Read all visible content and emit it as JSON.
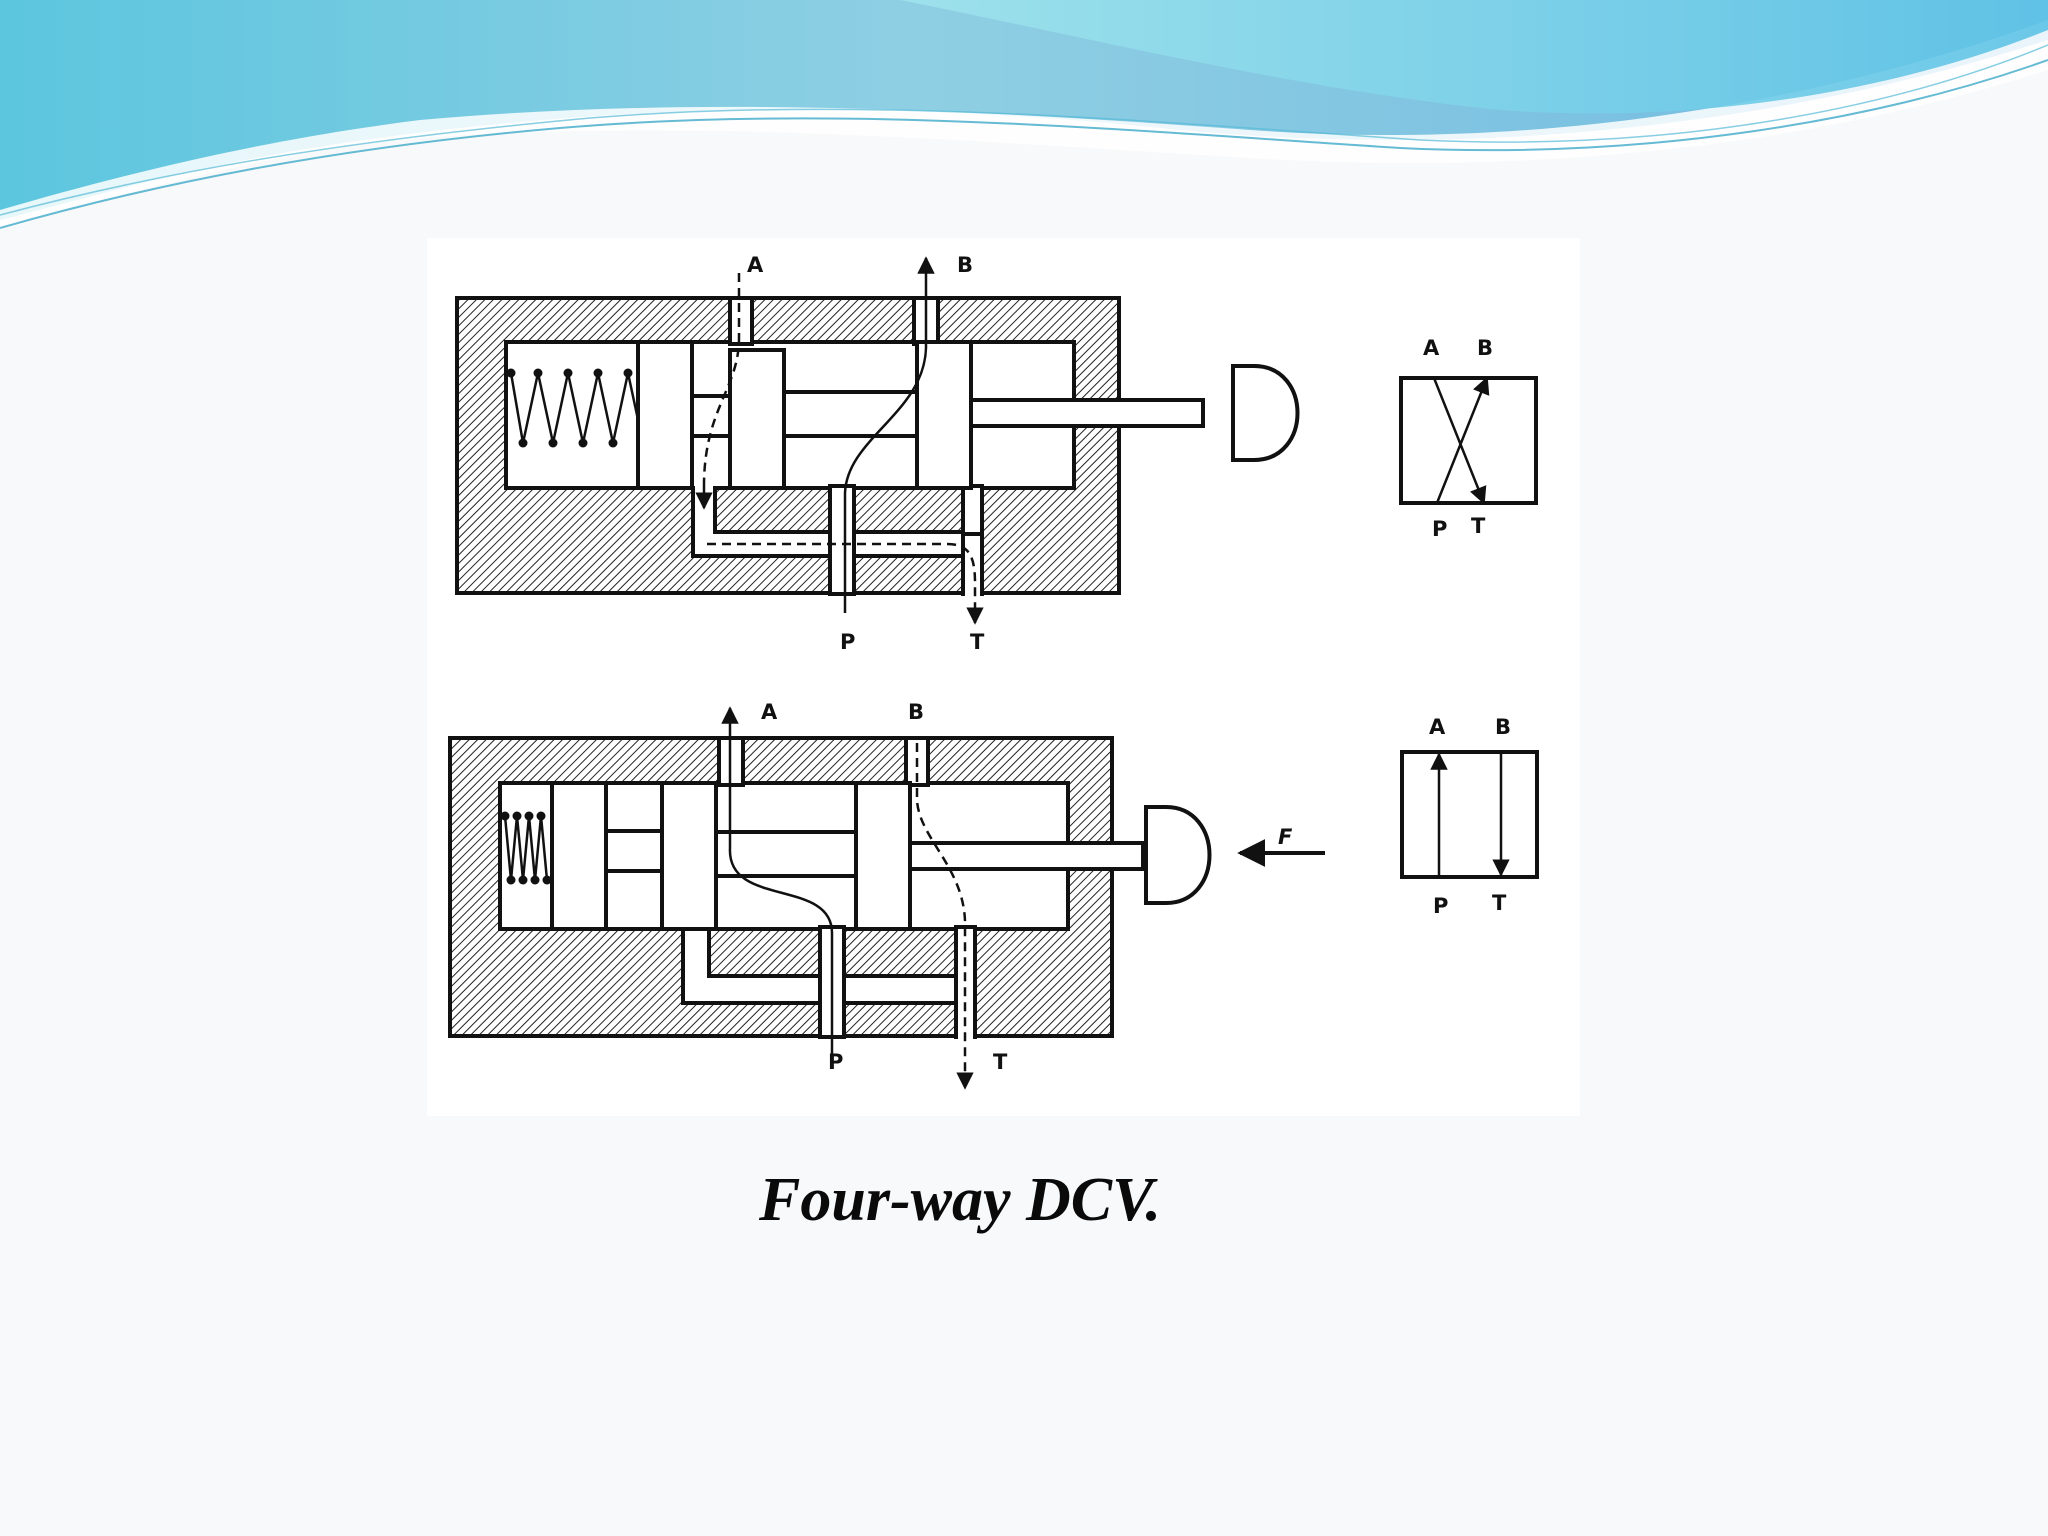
{
  "caption": "Four-way DCV.",
  "colors": {
    "banner_light": "#a9e4ee",
    "banner_mid": "#72cde4",
    "banner_dark": "#4fb8dc",
    "ink": "#111111"
  },
  "position_1": {
    "labels": {
      "a": "A",
      "b": "B",
      "p": "P",
      "t": "T"
    },
    "symbol_labels": {
      "a": "A",
      "b": "B",
      "p": "P",
      "t": "T"
    }
  },
  "position_2": {
    "labels": {
      "a": "A",
      "b": "B",
      "p": "P",
      "t": "T"
    },
    "symbol_labels": {
      "a": "A",
      "b": "B",
      "p": "P",
      "t": "T"
    },
    "force_label": "F"
  }
}
